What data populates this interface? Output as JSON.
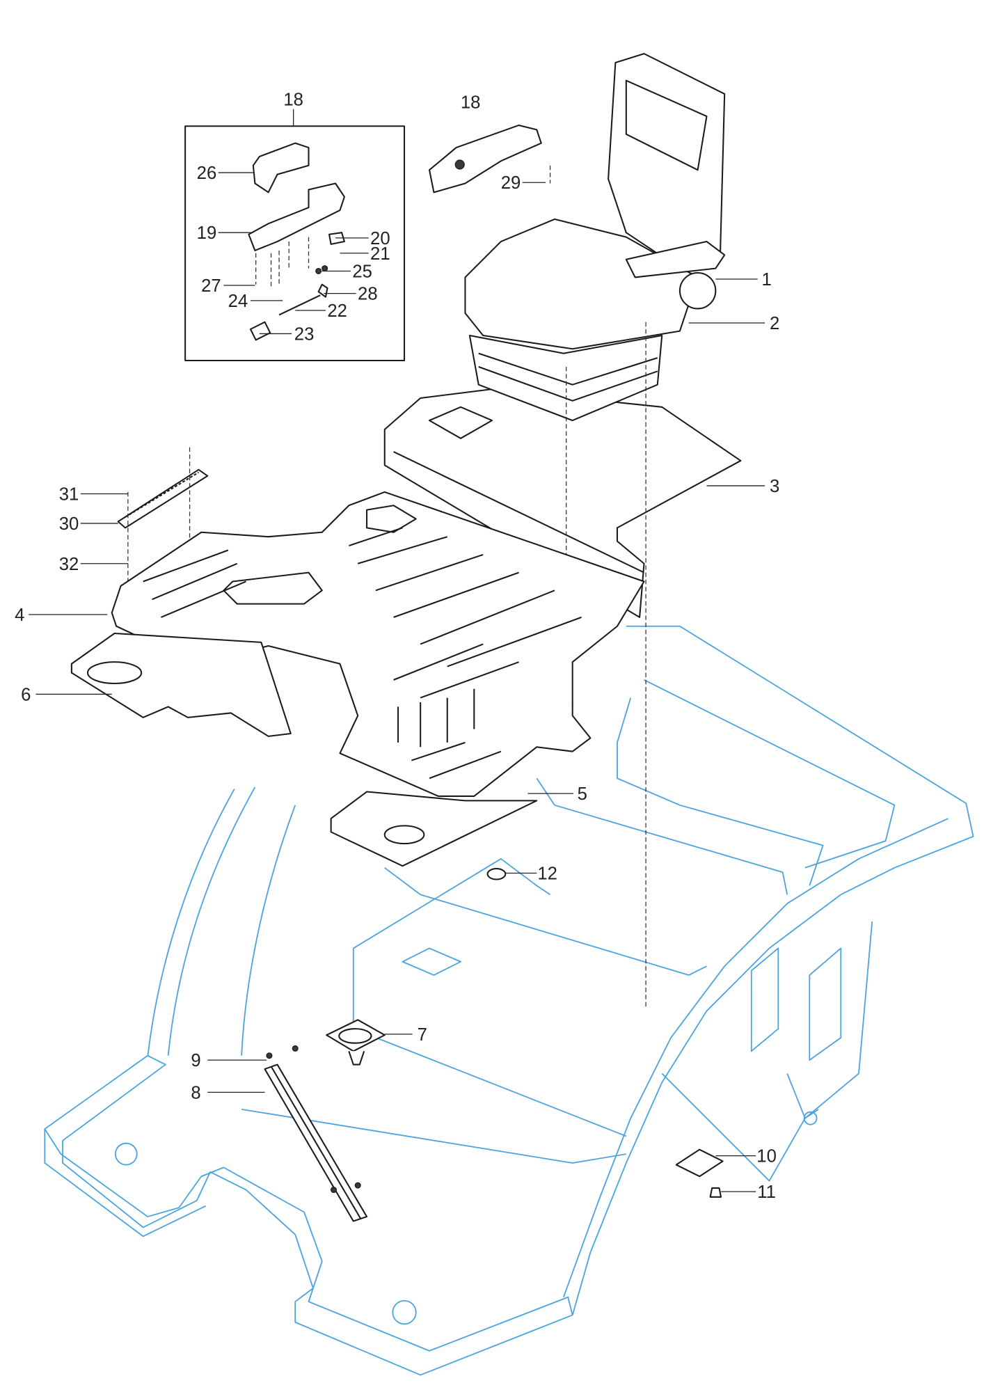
{
  "diagram": {
    "title": "Cab floor, operator seat and floor mats exploded view",
    "colors": {
      "parts": "#1a1a1a",
      "cab_frame": "#4aa3df",
      "background": "#ffffff"
    },
    "callouts": [
      "18",
      "18",
      "26",
      "19",
      "20",
      "21",
      "25",
      "27",
      "28",
      "24",
      "22",
      "23",
      "29",
      "1",
      "2",
      "3",
      "31",
      "30",
      "32",
      "4",
      "6",
      "5",
      "12",
      "7",
      "9",
      "8",
      "10",
      "11"
    ]
  }
}
